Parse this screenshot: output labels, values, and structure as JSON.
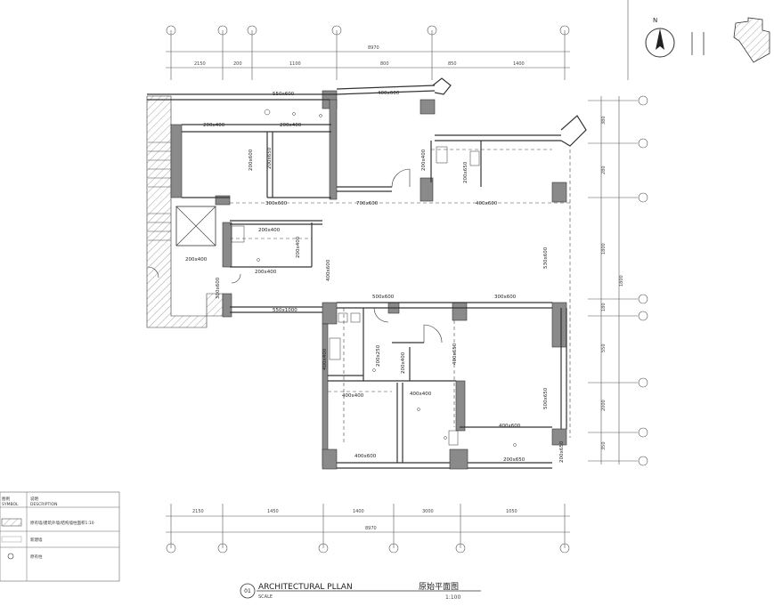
{
  "title": {
    "number": "01",
    "name": "ARCHITECTURAL PLLAN",
    "scale_label": "SCALE",
    "name_cn": "原始平面图",
    "scale_value": "1:100"
  },
  "top_dims": {
    "overall": "8970",
    "segments": [
      "2150",
      "200",
      "1100",
      "800",
      "850",
      "1400"
    ]
  },
  "bottom_dims": {
    "overall": "8970",
    "segments": [
      "2150",
      "1450",
      "1400",
      "3000",
      "1050"
    ]
  },
  "right_dims": {
    "overall": "1800",
    "segments": [
      "380",
      "280",
      "1800",
      "180",
      "550",
      "2000",
      "350"
    ]
  },
  "room_labels": [
    "550x600",
    "400x600",
    "200x400",
    "200x400",
    "200x600",
    "200x650",
    "200x400",
    "200x650",
    "300x600",
    "700x600",
    "400x600",
    "200x400",
    "200x400",
    "200x400",
    "400x600",
    "530x600",
    "200x400",
    "300x600",
    "550x1000",
    "500x600",
    "300x600",
    "200x250",
    "400x400",
    "400x650",
    "200x400",
    "400x400",
    "400x400",
    "400x600",
    "400x600",
    "200x650",
    "200x650",
    "500x650"
  ],
  "legend": {
    "headers": [
      "图例",
      "说明"
    ],
    "header_sub": [
      "SYMBOL",
      "DESCRIPTION"
    ],
    "rows": [
      "原有墙/建筑外墙/结构墙柱面积1:10",
      "新建墙",
      "原有柱"
    ]
  },
  "colors": {
    "wall": "#8a8a8a",
    "line": "#333333",
    "dim": "#555555"
  }
}
